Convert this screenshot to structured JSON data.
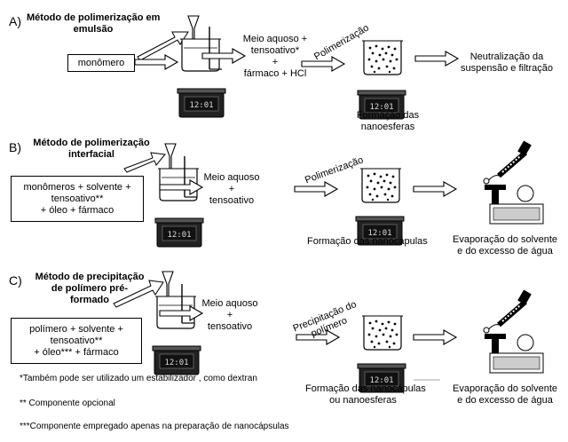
{
  "sectionA": {
    "letter": "A)",
    "title": [
      "Método de polimerização em",
      "emulsão"
    ],
    "input_box": "monômero",
    "medium": [
      "Meio aquoso +",
      "tensoativo*",
      "+",
      "fármaco + HCl"
    ],
    "process": "Polimerização",
    "result": [
      "Formação das",
      "nanoesferas"
    ],
    "final_step": [
      "Neutralização  da",
      "suspensão e filtração"
    ],
    "display": "12:01"
  },
  "sectionB": {
    "letter": "B)",
    "title": [
      "Método de  polimerização",
      "interfacial"
    ],
    "input_box": [
      "monômeros  + solvente +",
      "tensoativo**",
      "+ óleo + fármaco"
    ],
    "medium": [
      "Meio aquoso",
      "+",
      "tensoativo"
    ],
    "process": "Polimerização",
    "result": "Formação das  nanocápulas",
    "final_step": [
      "Evaporação do solvente",
      "e do excesso de água"
    ],
    "display": "12:01"
  },
  "sectionC": {
    "letter": "C)",
    "title": [
      "Método de precipitação",
      "de polímero pré-",
      "formado"
    ],
    "input_box": [
      "polímero + solvente +",
      "tensoativo**",
      "+ óleo*** + fármaco"
    ],
    "medium": [
      "Meio aquoso",
      "+",
      "tensoativo"
    ],
    "process": [
      "Precipitação do",
      "polímero"
    ],
    "result": [
      "Formação das  nanocápulas",
      "ou nanoesferas"
    ],
    "final_step": [
      "Evaporação do solvente",
      "e do excesso de água"
    ],
    "display": "12:01"
  },
  "footnotes": [
    "*Também pode ser utilizado  um   estabilizador , como dextran",
    "** Componente opcional",
    "***Componente empregado apenas na preparação  de   nanocápsulas"
  ]
}
